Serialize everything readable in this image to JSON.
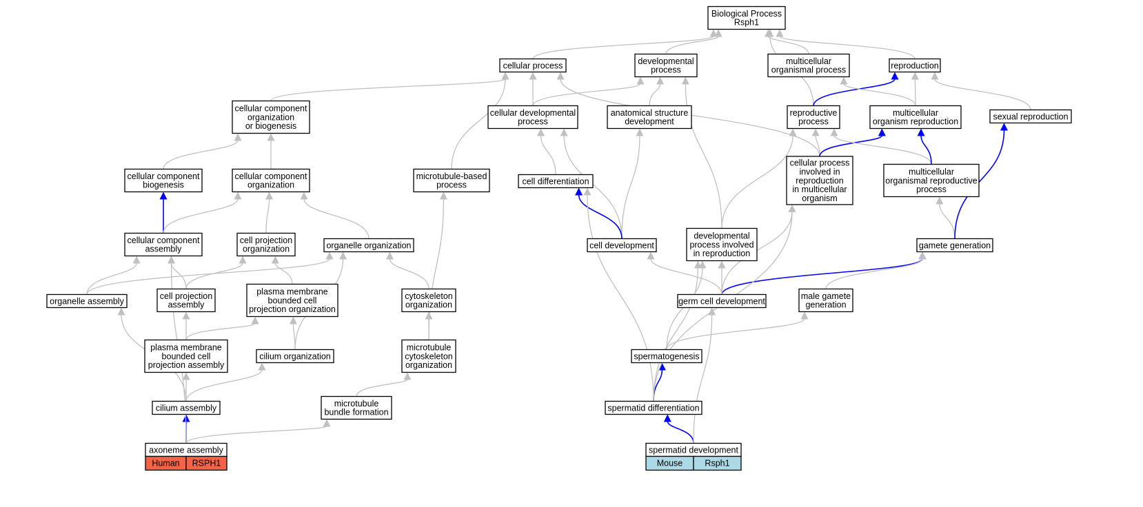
{
  "colors": {
    "normal_edge": "#c0c0c0",
    "highlight_edge": "#0000ff",
    "human_fill": "#f26349",
    "mouse_fill": "#add8e6"
  },
  "nodes": {
    "bp": [
      "Biological Process",
      "Rsph1"
    ],
    "cellular_process": [
      "cellular process"
    ],
    "developmental_process": [
      "developmental",
      "process"
    ],
    "multicellular_organismal_process": [
      "multicellular",
      "organismal process"
    ],
    "reproduction": [
      "reproduction"
    ],
    "ccob": [
      "cellular component",
      "organization",
      "or biogenesis"
    ],
    "cellular_developmental_process": [
      "cellular developmental",
      "process"
    ],
    "anatomical_structure_development": [
      "anatomical structure",
      "development"
    ],
    "reproductive_process": [
      "reproductive",
      "process"
    ],
    "multicellular_organism_reproduction": [
      "multicellular",
      "organism reproduction"
    ],
    "sexual_reproduction": [
      "sexual reproduction"
    ],
    "cc_biogenesis": [
      "cellular component",
      "biogenesis"
    ],
    "cc_organization": [
      "cellular component",
      "organization"
    ],
    "microtubule_based_process": [
      "microtubule-based",
      "process"
    ],
    "cell_differentiation": [
      "cell differentiation"
    ],
    "cp_involved_reproduction": [
      "cellular process",
      "involved in",
      "reproduction",
      "in multicellular",
      "organism"
    ],
    "multicellular_organismal_reproductive_process": [
      "multicellular",
      "organismal reproductive",
      "process"
    ],
    "cc_assembly": [
      "cellular component",
      "assembly"
    ],
    "cell_projection_organization": [
      "cell projection",
      "organization"
    ],
    "organelle_organization": [
      "organelle organization"
    ],
    "cell_development": [
      "cell development"
    ],
    "dev_process_reproduction": [
      "developmental",
      "process involved",
      "in reproduction"
    ],
    "gamete_generation": [
      "gamete generation"
    ],
    "organelle_assembly": [
      "organelle assembly"
    ],
    "cell_projection_assembly": [
      "cell projection",
      "assembly"
    ],
    "pm_bounded_cp_organization": [
      "plasma membrane",
      "bounded cell",
      "projection organization"
    ],
    "cytoskeleton_organization": [
      "cytoskeleton",
      "organization"
    ],
    "germ_cell_development": [
      "germ cell development"
    ],
    "male_gamete_generation": [
      "male gamete",
      "generation"
    ],
    "pm_bounded_cp_assembly": [
      "plasma membrane",
      "bounded cell",
      "projection assembly"
    ],
    "cilium_organization": [
      "cilium organization"
    ],
    "microtubule_cytoskeleton_organization": [
      "microtubule",
      "cytoskeleton",
      "organization"
    ],
    "spermatogenesis": [
      "spermatogenesis"
    ],
    "cilium_assembly": [
      "cilium assembly"
    ],
    "microtubule_bundle_formation": [
      "microtubule",
      "bundle formation"
    ],
    "spermatid_differentiation": [
      "spermatid differentiation"
    ],
    "axoneme_assembly": [
      "axoneme assembly"
    ],
    "spermatid_development": [
      "spermatid development"
    ]
  },
  "annotations": {
    "human": {
      "species": "Human",
      "gene": "RSPH1"
    },
    "mouse": {
      "species": "Mouse",
      "gene": "Rsph1"
    }
  },
  "edges": [
    {
      "from": "cellular_process",
      "to": "bp",
      "highlight": false
    },
    {
      "from": "developmental_process",
      "to": "bp",
      "highlight": false
    },
    {
      "from": "multicellular_organismal_process",
      "to": "bp",
      "highlight": false
    },
    {
      "from": "reproduction",
      "to": "bp",
      "highlight": false
    },
    {
      "from": "reproductive_process",
      "to": "bp",
      "highlight": false
    },
    {
      "from": "ccob",
      "to": "cellular_process",
      "highlight": false
    },
    {
      "from": "cellular_developmental_process",
      "to": "cellular_process",
      "highlight": false
    },
    {
      "from": "cellular_developmental_process",
      "to": "developmental_process",
      "highlight": false
    },
    {
      "from": "anatomical_structure_development",
      "to": "developmental_process",
      "highlight": false
    },
    {
      "from": "microtubule_based_process",
      "to": "cellular_process",
      "highlight": false
    },
    {
      "from": "cp_involved_reproduction",
      "to": "cellular_process",
      "highlight": false
    },
    {
      "from": "reproductive_process",
      "to": "reproduction",
      "highlight": true
    },
    {
      "from": "multicellular_organism_reproduction",
      "to": "reproduction",
      "highlight": false
    },
    {
      "from": "multicellular_organism_reproduction",
      "to": "multicellular_organismal_process",
      "highlight": false
    },
    {
      "from": "sexual_reproduction",
      "to": "reproduction",
      "highlight": false
    },
    {
      "from": "cc_biogenesis",
      "to": "ccob",
      "highlight": false
    },
    {
      "from": "cc_organization",
      "to": "ccob",
      "highlight": false
    },
    {
      "from": "cell_differentiation",
      "to": "cellular_developmental_process",
      "highlight": false
    },
    {
      "from": "cell_development",
      "to": "cellular_developmental_process",
      "highlight": false
    },
    {
      "from": "cell_development",
      "to": "anatomical_structure_development",
      "highlight": false
    },
    {
      "from": "cell_development",
      "to": "cell_differentiation",
      "highlight": true
    },
    {
      "from": "cp_involved_reproduction",
      "to": "reproductive_process",
      "highlight": false
    },
    {
      "from": "cp_involved_reproduction",
      "to": "multicellular_organism_reproduction",
      "highlight": true
    },
    {
      "from": "multicellular_organismal_reproductive_process",
      "to": "reproductive_process",
      "highlight": false
    },
    {
      "from": "multicellular_organismal_reproductive_process",
      "to": "multicellular_organism_reproduction",
      "highlight": true
    },
    {
      "from": "dev_process_reproduction",
      "to": "reproductive_process",
      "highlight": false
    },
    {
      "from": "dev_process_reproduction",
      "to": "developmental_process",
      "highlight": false
    },
    {
      "from": "gamete_generation",
      "to": "multicellular_organismal_reproductive_process",
      "highlight": false
    },
    {
      "from": "gamete_generation",
      "to": "sexual_reproduction",
      "highlight": true
    },
    {
      "from": "cc_assembly",
      "to": "cc_biogenesis",
      "highlight": true
    },
    {
      "from": "cc_assembly",
      "to": "cc_organization",
      "highlight": false
    },
    {
      "from": "cell_projection_organization",
      "to": "cc_organization",
      "highlight": false
    },
    {
      "from": "organelle_organization",
      "to": "cc_organization",
      "highlight": false
    },
    {
      "from": "organelle_assembly",
      "to": "cc_assembly",
      "highlight": false
    },
    {
      "from": "organelle_assembly",
      "to": "organelle_organization",
      "highlight": false
    },
    {
      "from": "cell_projection_assembly",
      "to": "cc_assembly",
      "highlight": false
    },
    {
      "from": "cell_projection_assembly",
      "to": "cell_projection_organization",
      "highlight": false
    },
    {
      "from": "pm_bounded_cp_organization",
      "to": "cell_projection_organization",
      "highlight": false
    },
    {
      "from": "cytoskeleton_organization",
      "to": "organelle_organization",
      "highlight": false
    },
    {
      "from": "germ_cell_development",
      "to": "cell_development",
      "highlight": false
    },
    {
      "from": "germ_cell_development",
      "to": "dev_process_reproduction",
      "highlight": false
    },
    {
      "from": "germ_cell_development",
      "to": "gamete_generation",
      "highlight": true
    },
    {
      "from": "germ_cell_development",
      "to": "cp_involved_reproduction",
      "highlight": false
    },
    {
      "from": "male_gamete_generation",
      "to": "gamete_generation",
      "highlight": false
    },
    {
      "from": "pm_bounded_cp_assembly",
      "to": "cell_projection_assembly",
      "highlight": false
    },
    {
      "from": "pm_bounded_cp_assembly",
      "to": "pm_bounded_cp_organization",
      "highlight": false
    },
    {
      "from": "cilium_organization",
      "to": "pm_bounded_cp_organization",
      "highlight": false
    },
    {
      "from": "cilium_organization",
      "to": "organelle_organization",
      "highlight": false
    },
    {
      "from": "microtubule_cytoskeleton_organization",
      "to": "cytoskeleton_organization",
      "highlight": false
    },
    {
      "from": "microtubule_cytoskeleton_organization",
      "to": "microtubule_based_process",
      "highlight": false
    },
    {
      "from": "spermatogenesis",
      "to": "male_gamete_generation",
      "highlight": false
    },
    {
      "from": "spermatogenesis",
      "to": "dev_process_reproduction",
      "highlight": false
    },
    {
      "from": "cilium_assembly",
      "to": "organelle_assembly",
      "highlight": false
    },
    {
      "from": "cilium_assembly",
      "to": "pm_bounded_cp_assembly",
      "highlight": false
    },
    {
      "from": "cilium_assembly",
      "to": "cilium_organization",
      "highlight": false
    },
    {
      "from": "microtubule_bundle_formation",
      "to": "microtubule_cytoskeleton_organization",
      "highlight": false
    },
    {
      "from": "spermatid_differentiation",
      "to": "spermatogenesis",
      "highlight": true
    },
    {
      "from": "spermatid_differentiation",
      "to": "cell_differentiation",
      "highlight": false
    },
    {
      "from": "spermatid_differentiation",
      "to": "dev_process_reproduction",
      "highlight": false
    },
    {
      "from": "spermatid_differentiation",
      "to": "cp_involved_reproduction",
      "highlight": false
    },
    {
      "from": "axoneme_assembly",
      "to": "cilium_assembly",
      "highlight": true
    },
    {
      "from": "axoneme_assembly",
      "to": "cc_assembly",
      "highlight": false
    },
    {
      "from": "axoneme_assembly",
      "to": "microtubule_bundle_formation",
      "highlight": false
    },
    {
      "from": "spermatid_development",
      "to": "spermatid_differentiation",
      "highlight": true
    },
    {
      "from": "spermatid_development",
      "to": "germ_cell_development",
      "highlight": false
    }
  ]
}
